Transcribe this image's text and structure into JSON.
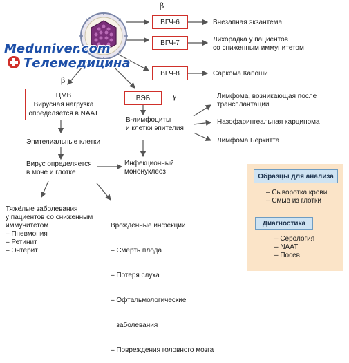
{
  "greek": {
    "beta_top": "β",
    "beta_left": "β",
    "gamma": "γ"
  },
  "boxes": {
    "hhv6": "ВГЧ-6",
    "hhv7": "ВГЧ-7",
    "hhv8": "ВГЧ-8",
    "cmv": [
      "ЦМВ",
      "Вирусная нагрузка",
      "определяется в NAAT"
    ],
    "ebv": "ВЭБ"
  },
  "outcomes": {
    "hhv6": "Внезапная экзантема",
    "hhv7": [
      "Лихорадка у пациентов",
      "со сниженным иммунитетом"
    ],
    "hhv8": "Саркома Капоши"
  },
  "cmv_flow": {
    "epithelial": "Эпителиальные клетки",
    "virus": [
      "Вирус определяется",
      "в моче и глотке"
    ],
    "severe": [
      "Тяжёлые заболевания",
      "у пациентов со сниженным",
      "иммунитетом",
      "– Пневмония",
      "– Ретинит",
      "– Энтерит"
    ],
    "congenital": [
      "Врождённые инфекции",
      "– Смерть плода",
      "– Потеря слуха",
      "– Офтальмологические",
      "   заболевания",
      "– Повреждения головного мозга"
    ]
  },
  "ebv_flow": {
    "cells": [
      "В-лимфоциты",
      "и клетки эпителия"
    ],
    "mono": [
      "Инфекционный",
      "мононуклеоз"
    ],
    "lymphoma": [
      "Лимфома, возникающая после",
      "трансплантации"
    ],
    "naso": "Назофарингеальная карцинома",
    "burkitt": "Лимфома Беркитта"
  },
  "panel": {
    "samples_title": "Образцы для анализа",
    "samples": [
      "– Сыворотка крови",
      "– Смыв из глотки"
    ],
    "diag_title": "Диагностика",
    "diag": [
      "– Серология",
      "– NAAT",
      "– Посев"
    ]
  },
  "watermark": {
    "line1": "Meduniver.com",
    "line2": "Телемедицина"
  },
  "colors": {
    "box_border": "#d0302a",
    "arrow": "#555555",
    "panel_bg": "#fbe4c8",
    "panel_title_bg": "#cfe3f2"
  }
}
